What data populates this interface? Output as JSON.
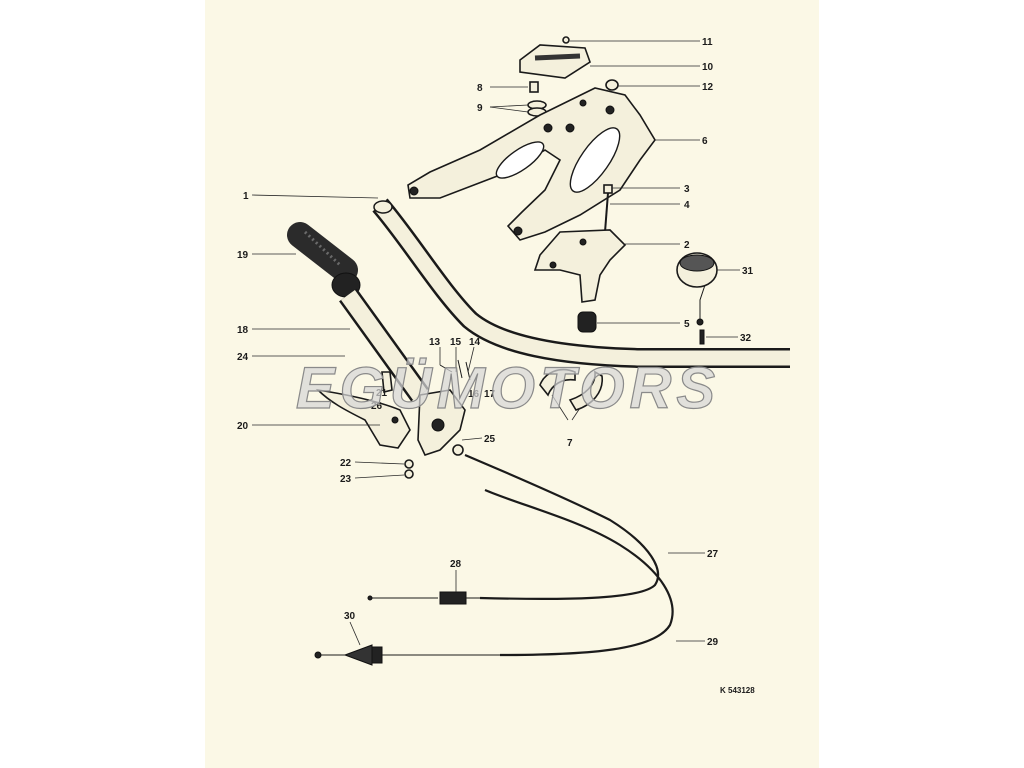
{
  "callouts": [
    "11",
    "10",
    "8",
    "12",
    "9",
    "6",
    "1",
    "3",
    "4",
    "2",
    "19",
    "31",
    "5",
    "18",
    "32",
    "13",
    "15",
    "14",
    "24",
    "21",
    "16",
    "17",
    "26",
    "7",
    "20",
    "25",
    "22",
    "23",
    "27",
    "28",
    "29",
    "30"
  ],
  "reference": "K 543128",
  "watermark": "EGÜMOTORS",
  "colors": {
    "paper": "#fbf8e6",
    "ink": "#1b1b1b",
    "background": "#ffffff"
  }
}
